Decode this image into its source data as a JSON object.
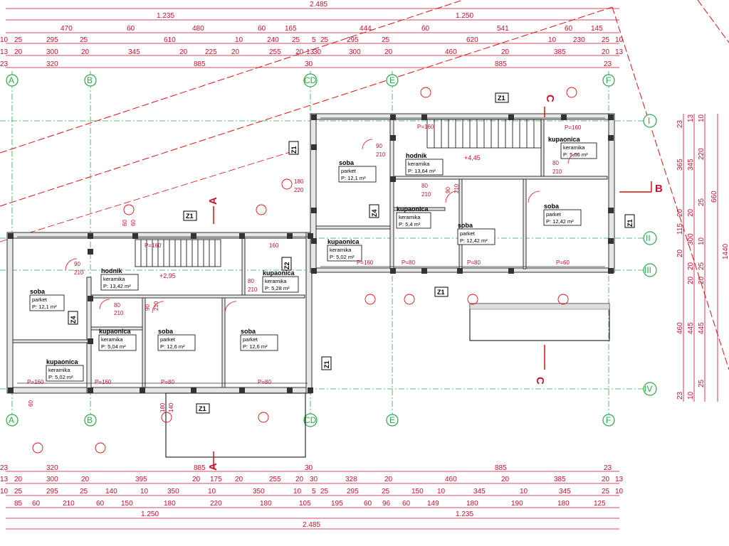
{
  "top_dims": {
    "row1": [
      "2.485"
    ],
    "row2": [
      "1.235",
      "1.250"
    ],
    "row3": [
      "470",
      "60",
      "480",
      "60",
      "165",
      "444",
      "60",
      "541",
      "60",
      "145"
    ],
    "row4": [
      "10",
      "25",
      "295",
      "25",
      "610",
      "10",
      "240",
      "25",
      "5",
      "25",
      "295",
      "25",
      "620",
      "10",
      "230",
      "25",
      "10"
    ],
    "row5": [
      "13",
      "20",
      "300",
      "20",
      "345",
      "20",
      "225",
      "20",
      "255",
      "20",
      "13",
      "30",
      "300",
      "20",
      "460",
      "20",
      "385",
      "20",
      "13"
    ],
    "row6": [
      "23",
      "320",
      "885",
      "30",
      "885",
      "23"
    ]
  },
  "bottom_dims": {
    "row1": [
      "23",
      "320",
      "885",
      "30",
      "885",
      "23"
    ],
    "row2": [
      "13",
      "20",
      "300",
      "20",
      "395",
      "20",
      "175",
      "20",
      "255",
      "20",
      "30",
      "328",
      "20",
      "460",
      "20",
      "385",
      "20",
      "13"
    ],
    "row3": [
      "10",
      "25",
      "295",
      "25",
      "140",
      "10",
      "350",
      "10",
      "350",
      "10",
      "5",
      "25",
      "295",
      "25",
      "150",
      "10",
      "345",
      "10",
      "345",
      "25",
      "10"
    ],
    "row4": [
      "85",
      "60",
      "210",
      "60",
      "150",
      "180",
      "220",
      "180",
      "105",
      "195",
      "60",
      "96",
      "60",
      "149",
      "180",
      "190",
      "180",
      "125"
    ],
    "row5": [
      "1.250",
      "1.235"
    ],
    "row6": [
      "2.485"
    ]
  },
  "right_dims": {
    "col1": [
      "23",
      "365",
      "20",
      "115",
      "20",
      "460",
      "23"
    ],
    "col2": [
      "13",
      "345",
      "20",
      "300",
      "20",
      "20",
      "445",
      "10"
    ],
    "col3": [
      "10",
      "220",
      "25",
      "10",
      "25",
      "20",
      "445",
      "25"
    ],
    "col4": [
      "660",
      "1440"
    ]
  },
  "grid_axes": {
    "vertical": [
      "A",
      "B",
      "CD",
      "E",
      "F"
    ],
    "horizontal": [
      "I",
      "II",
      "III",
      "IV"
    ]
  },
  "section_marks": [
    "A",
    "A",
    "B",
    "C",
    "C"
  ],
  "wall_tags": [
    "Z1",
    "Z1",
    "Z1",
    "Z1",
    "Z1",
    "Z1",
    "Z1",
    "Z2",
    "Z4",
    "Z4"
  ],
  "levels": [
    "+2,95",
    "+4,45"
  ],
  "rooms": [
    {
      "name": "soba",
      "finish": "parket",
      "area": "P:   12,1 m²"
    },
    {
      "name": "hodnik",
      "finish": "keramika",
      "area": "P:   13,42 m²"
    },
    {
      "name": "kupaonica",
      "finish": "keramika",
      "area": "P:   5,28 m²"
    },
    {
      "name": "kupaonica",
      "finish": "keramika",
      "area": "P:   5,04 m²"
    },
    {
      "name": "soba",
      "finish": "parket",
      "area": "P:   12,6 m²"
    },
    {
      "name": "soba",
      "finish": "parket",
      "area": "P:   12,6 m²"
    },
    {
      "name": "kupaonica",
      "finish": "keramika",
      "area": "P:   5,02 m²"
    },
    {
      "name": "soba",
      "finish": "parket",
      "area": "P:   12,1 m²"
    },
    {
      "name": "hodnik",
      "finish": "keramika",
      "area": "P:   13,64 m²"
    },
    {
      "name": "kupaonica",
      "finish": "keramika",
      "area": "P:   5,06 m²"
    },
    {
      "name": "kupaonica",
      "finish": "keramika",
      "area": "P:   5,4 m²"
    },
    {
      "name": "kupaonica",
      "finish": "keramika",
      "area": "P:   5,02 m²"
    },
    {
      "name": "soba",
      "finish": "parket",
      "area": "P:   12,42 m²"
    },
    {
      "name": "soba",
      "finish": "parket",
      "area": "P:   12,42 m²"
    }
  ],
  "opening_tags": [
    "P=160",
    "P=160",
    "P=80",
    "P=80",
    "P=160",
    "P=160",
    "P=80",
    "P=80",
    "P=160",
    "P=60",
    "P=160"
  ],
  "door_dims": [
    "90",
    "210",
    "80",
    "210",
    "90",
    "210",
    "80",
    "210",
    "90",
    "210",
    "80",
    "210",
    "90",
    "210",
    "80",
    "210"
  ],
  "window_dims": [
    "60",
    "60",
    "180",
    "220",
    "160",
    "60",
    "180",
    "140"
  ],
  "colors": {
    "dimension": "#c8102e",
    "grid": "#2aa84a",
    "wall": "#333333"
  }
}
